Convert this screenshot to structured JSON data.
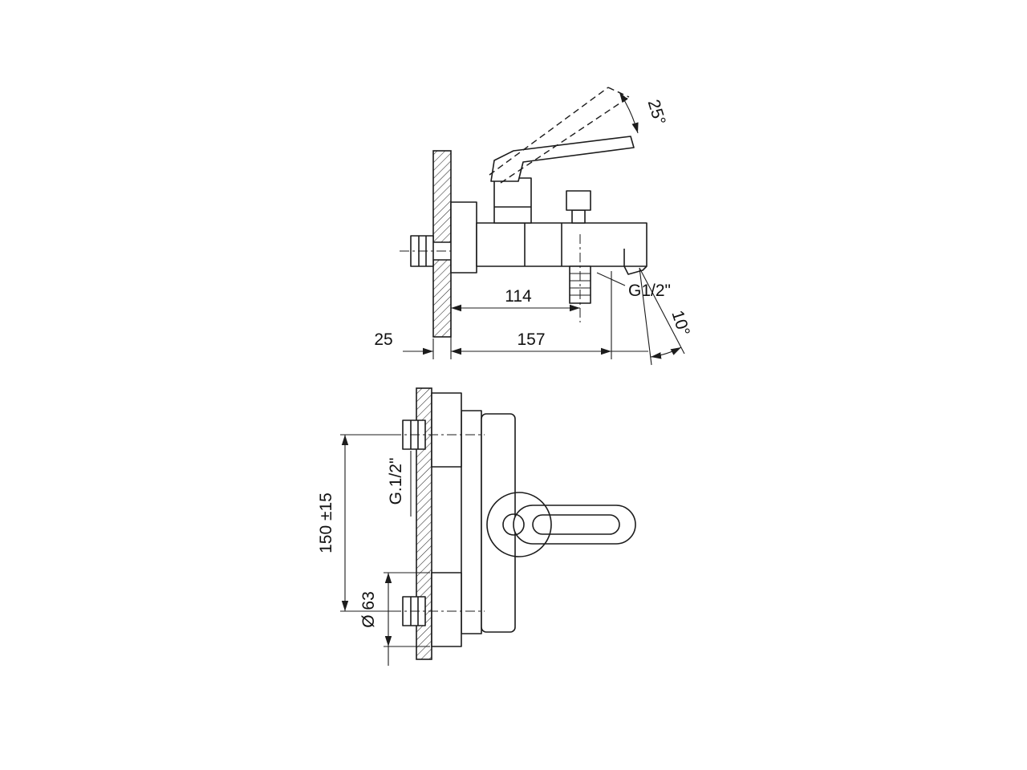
{
  "page": {
    "background": "#ffffff",
    "line_color": "#1c1c1c",
    "description": "Technical dimension drawing of a wall-mounted single-lever bath-shower mixer, side view (top) and front view (bottom)"
  },
  "side_view": {
    "labels": {
      "handle_angle": "25°",
      "width_to_outlet": "114",
      "total_projection": "157",
      "wall_thickness": "25",
      "bottom_outlet_thread": "G1/2\"",
      "spout_angle": "10°"
    }
  },
  "front_view": {
    "labels": {
      "inlet_center_distance": "150 ±15",
      "inlet_thread": "G.1/2\"",
      "flange_diameter": "Ø 63"
    }
  }
}
